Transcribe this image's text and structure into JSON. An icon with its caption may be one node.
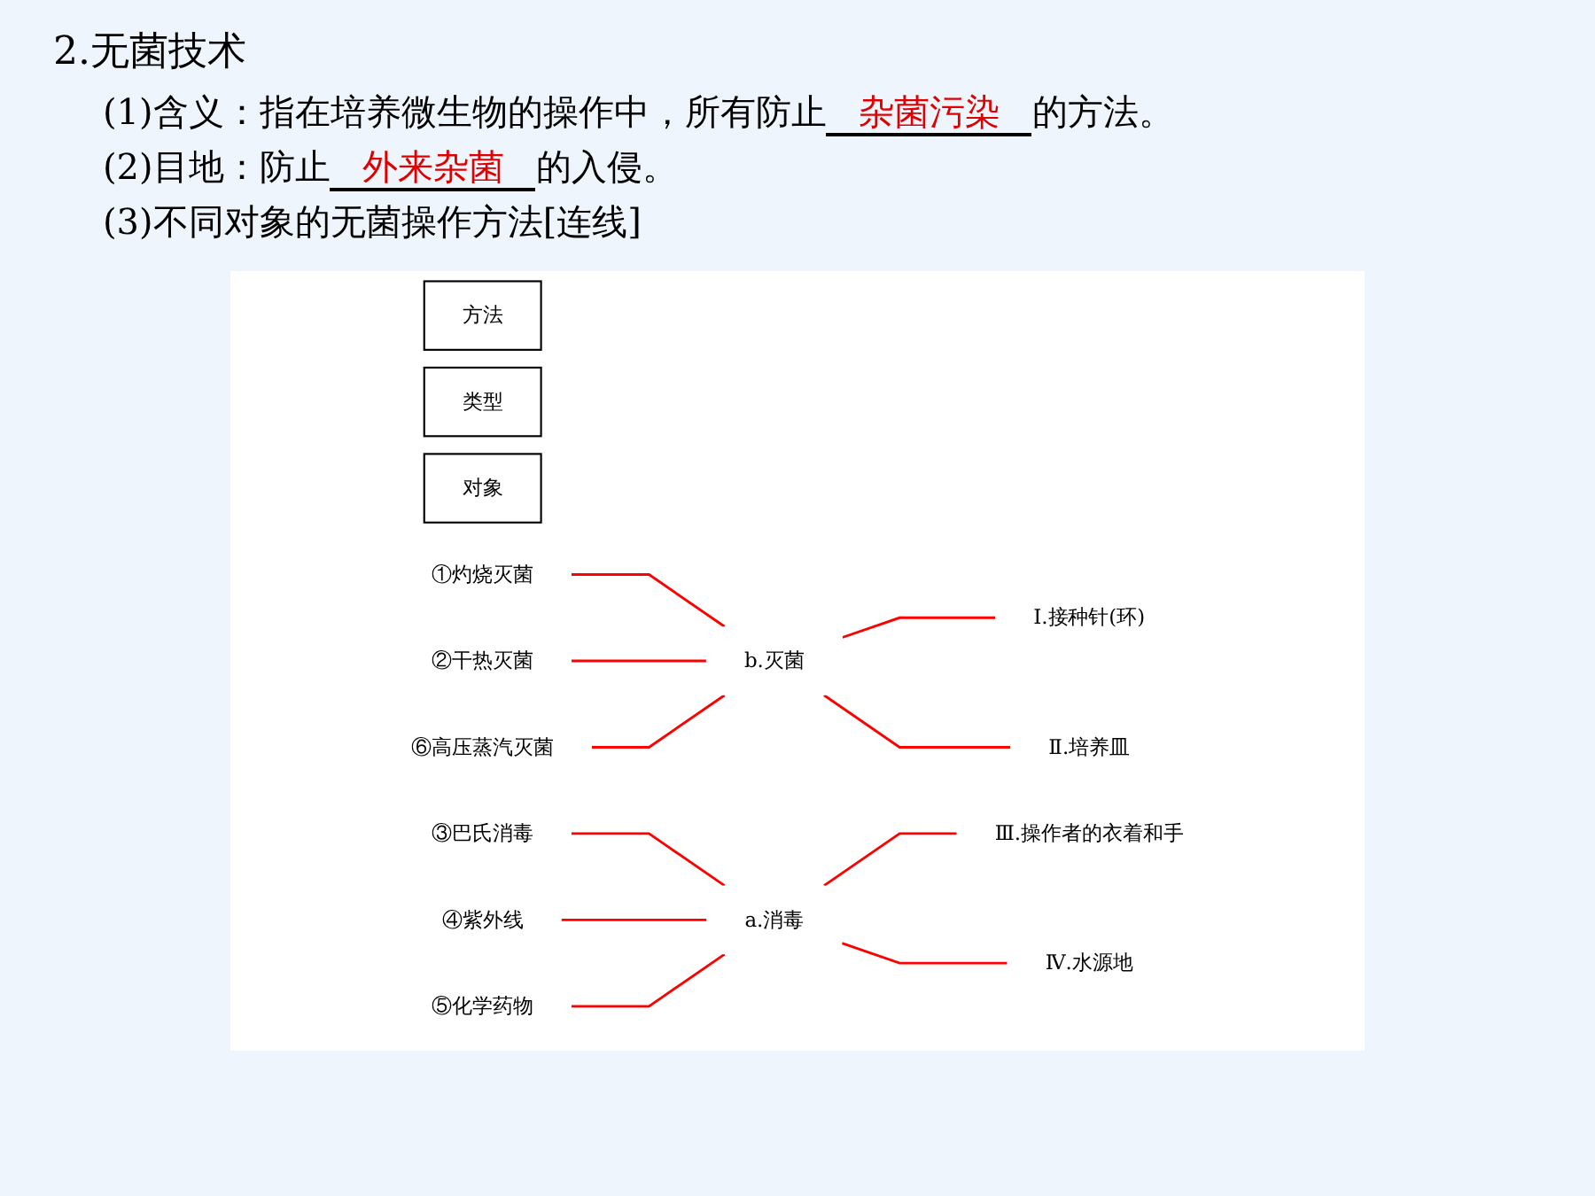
{
  "diagram": {
    "title": "2.无菌技术",
    "nodes": [
      {
        "text": [
          "方法"
        ]
      },
      {
        "text": [
          "类型"
        ]
      },
      {
        "text": [
          "对象"
        ]
      },
      {
        "text": [
          "①灼烧灭菌"
        ]
      },
      {
        "text": [
          "②干热灭菌"
        ]
      },
      {
        "text": [
          "③巴氏消毒"
        ]
      },
      {
        "text": [
          "④紫外线"
        ]
      },
      {
        "text": [
          "⑤化学药物"
        ]
      },
      {
        "text": [
          "⑥高压蒸汽灭菌"
        ]
      },
      {
        "text": [
          "a.消毒"
        ]
      },
      {
        "text": [
          "b.灭菌"
        ]
      },
      {
        "text": [
          "Ⅰ.接种针(环)"
        ]
      },
      {
        "text": [
          "Ⅱ.培养皿"
        ]
      },
      {
        "text": [
          "Ⅲ.操作者的衣着和手"
        ]
      },
      {
        "text": [
          "Ⅳ.水源地"
        ]
      }
    ],
    "edges": [
      {
        "from": 3,
        "to": 10,
        "arrow": "none"
      },
      {
        "from": 4,
        "to": 10,
        "arrow": "none"
      },
      {
        "from": 5,
        "to": 9,
        "arrow": "none"
      },
      {
        "from": 6,
        "to": 9,
        "arrow": "none"
      },
      {
        "from": 7,
        "to": 9,
        "arrow": "none"
      },
      {
        "from": 8,
        "to": 10,
        "arrow": "none"
      },
      {
        "from": 9,
        "to": 13,
        "arrow": "none"
      },
      {
        "from": 9,
        "to": 14,
        "arrow": "none"
      },
      {
        "from": 10,
        "to": 11,
        "arrow": "none"
      },
      {
        "from": 10,
        "to": 12,
        "arrow": "none"
      }
    ],
    "labels": [
      "(1)含义：指在培养微生物的操作中，所有防止",
      "杂菌污染",
      "的方法。",
      "(2)目地：防止",
      "外来杂菌",
      "的入侵。",
      "(3)不同对象的无菌操作方法[连线]"
    ]
  }
}
